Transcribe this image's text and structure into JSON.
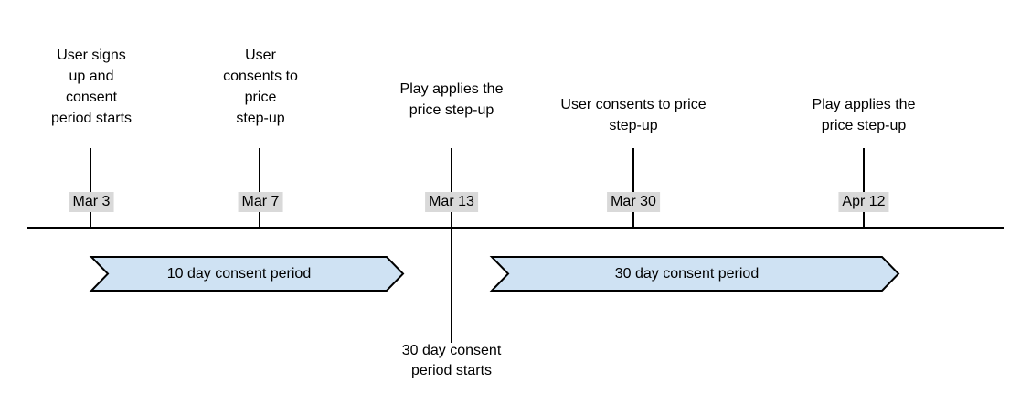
{
  "colors": {
    "arrow_fill": "#cfe2f3",
    "arrow_stroke": "#000000",
    "line_color": "#000000",
    "label_bg": "#d9d9d9",
    "text_color": "#000000",
    "bg": "#ffffff"
  },
  "milestones": [
    {
      "date": "Mar 3",
      "caption": "User signs\nup and\nconsent\nperiod starts"
    },
    {
      "date": "Mar 7",
      "caption": "User\nconsents to\nprice\nstep-up"
    },
    {
      "date": "Mar 13",
      "caption": "Play applies the\nprice step-up",
      "note": "30 day consent\nperiod starts"
    },
    {
      "date": "Mar 30",
      "caption": "User consents to price\nstep-up"
    },
    {
      "date": "Apr 12",
      "caption": "Play applies the\nprice step-up"
    }
  ],
  "periods": [
    {
      "label": "10 day consent period"
    },
    {
      "label": "30 day consent period"
    }
  ]
}
